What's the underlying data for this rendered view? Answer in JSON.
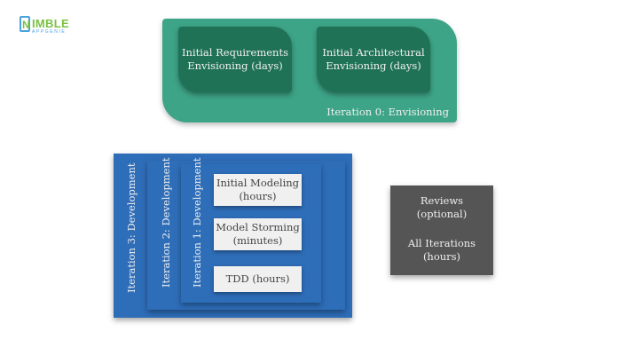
{
  "logo": {
    "letter": "N",
    "word": "IMBLE",
    "sub": "APPGENIE",
    "colors": {
      "green": "#7ac143",
      "blue": "#4aa3df"
    }
  },
  "iteration0": {
    "label": "Iteration 0: Envisioning",
    "cards": [
      {
        "line1": "Initial Requirements",
        "line2": "Envisioning (days)"
      },
      {
        "line1": "Initial Architectural",
        "line2": "Envisioning (days)"
      }
    ],
    "colors": {
      "outer": "#3da487",
      "inner": "#1f7256"
    }
  },
  "development": {
    "iterations": [
      "Iteration 3: Development",
      "Iteration 2: Development",
      "Iteration 1: Development"
    ],
    "activities": [
      {
        "line1": "Initial Modeling",
        "line2": "(hours)"
      },
      {
        "line1": "Model Storming",
        "line2": "(minutes)"
      },
      {
        "line1": "TDD (hours)",
        "line2": ""
      }
    ],
    "color": "#2e6db8"
  },
  "reviews": {
    "line1": "Reviews",
    "line2": "(optional)",
    "line3": "All Iterations",
    "line4": "(hours)",
    "color": "#555555"
  }
}
